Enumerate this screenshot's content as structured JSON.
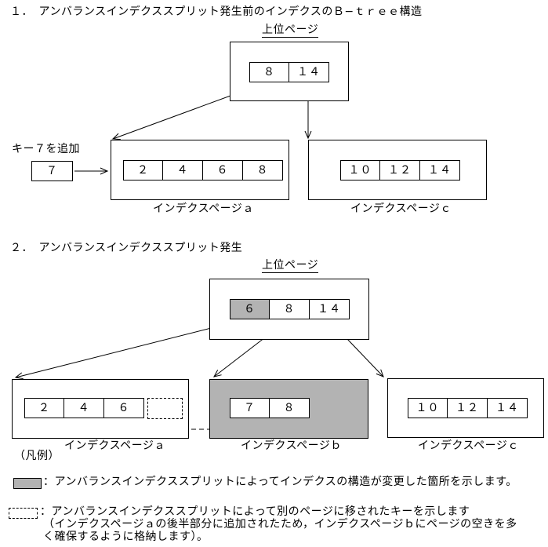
{
  "page": {
    "background_color": "#ffffff",
    "line_color": "#000000",
    "highlight_gray": "#b3b3b3"
  },
  "section1": {
    "title": "１．　アンバランスインデクススプリット発生前のインデクスのＢ−ｔｒｅｅ構造",
    "parent_page_label": "上位ページ",
    "parent_cells": [
      "８",
      "１４"
    ],
    "key_add_label": "キー７を追加",
    "key_value": "７",
    "page_a": {
      "cells": [
        "２",
        "４",
        "６",
        "８"
      ],
      "label": "インデクスページａ"
    },
    "page_c": {
      "cells": [
        "１０",
        "１２",
        "１４"
      ],
      "label": "インデクスページｃ"
    }
  },
  "section2": {
    "title": "２．　アンバランスインデクススプリット発生",
    "parent_page_label": "上位ページ",
    "parent_cells": [
      "６",
      "８",
      "１４"
    ],
    "page_a": {
      "cells": [
        "２",
        "４",
        "６"
      ],
      "label": "インデクスページａ"
    },
    "page_b": {
      "cells": [
        "７",
        "８"
      ],
      "label": "インデクスページｂ"
    },
    "page_c": {
      "cells": [
        "１０",
        "１２",
        "１４"
      ],
      "label": "インデクスページｃ"
    }
  },
  "legend": {
    "heading": "（凡例）",
    "gray_item_text": "：アンバランスインデクススプリットによってインデクスの構造が変更した箇所を示します。",
    "dashed_item_line1": "：アンバランスインデクススプリットによって別のページに移されたキーを示します",
    "dashed_item_line2": "（インデクスページａの後半部分に追加されたため，インデクスページｂにページの空きを多",
    "dashed_item_line3": "く確保するように格納します）。"
  }
}
